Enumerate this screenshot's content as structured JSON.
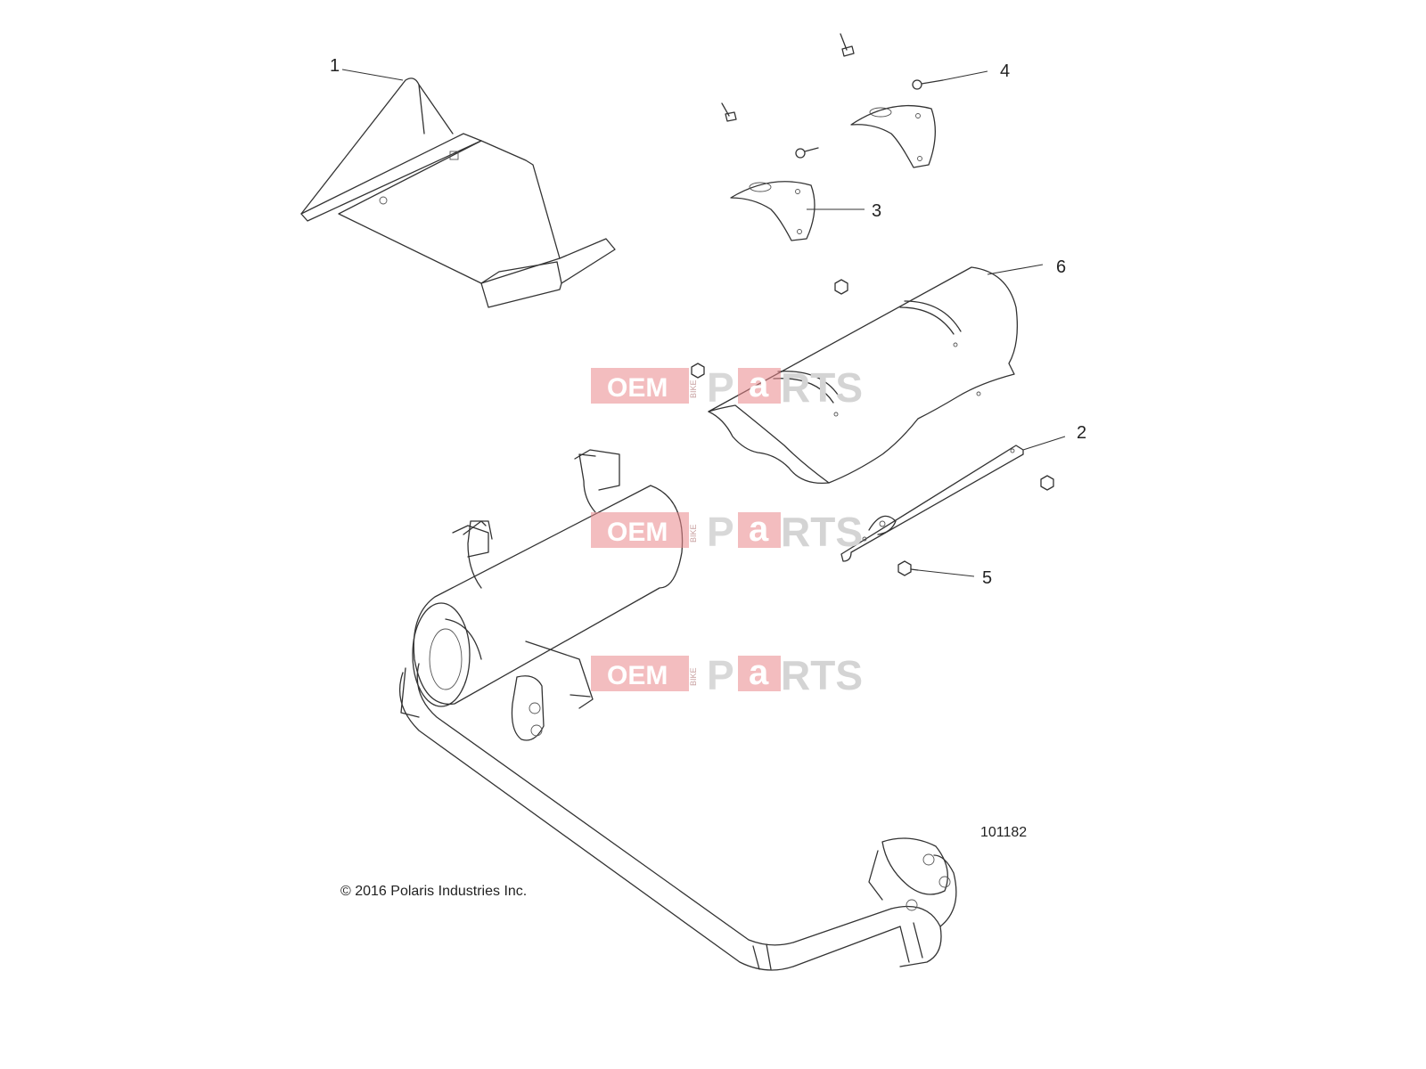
{
  "callouts": [
    {
      "id": "1",
      "text": "1"
    },
    {
      "id": "2",
      "text": "2"
    },
    {
      "id": "3",
      "text": "3"
    },
    {
      "id": "4",
      "text": "4"
    },
    {
      "id": "5",
      "text": "5"
    },
    {
      "id": "6",
      "text": "6"
    }
  ],
  "diagram_number": "101182",
  "copyright": "© 2016 Polaris Industries Inc.",
  "watermark": {
    "oem": "OEM",
    "bike": "BIKE",
    "p": "P",
    "a": "a",
    "rts": "RTS"
  }
}
